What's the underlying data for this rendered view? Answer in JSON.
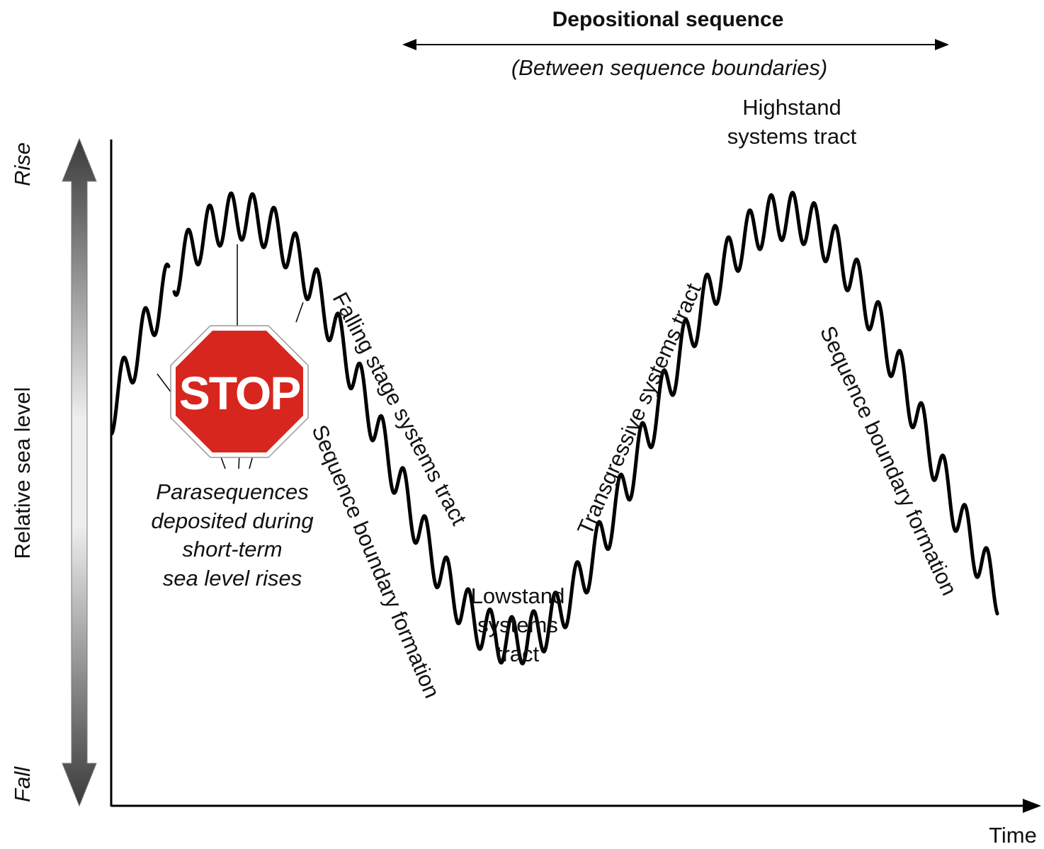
{
  "header": {
    "title": "Depositional sequence",
    "subtitle": "(Between sequence boundaries)"
  },
  "y_axis": {
    "label": "Relative sea level",
    "top": "Rise",
    "bottom": "Fall"
  },
  "x_axis": {
    "label": "Time"
  },
  "tracts": {
    "highstand": [
      "Highstand",
      "systems tract"
    ],
    "falling_stage": "Falling stage systems tract",
    "sequence_boundary_1": "Sequence boundary formation",
    "lowstand": [
      "Lowstand",
      "systems",
      "tract"
    ],
    "transgressive": "Transgressive systems tract",
    "sequence_boundary_2": "Sequence boundary formation"
  },
  "parasequence_note": [
    "Parasequences",
    "deposited during",
    "short-term",
    "sea level rises"
  ],
  "stop_sign": {
    "text": "STOP",
    "color": "#d7261e"
  },
  "colors": {
    "curve": "#000000",
    "arrow_dark": "#444444",
    "arrow_light": "#e6e6e6"
  }
}
